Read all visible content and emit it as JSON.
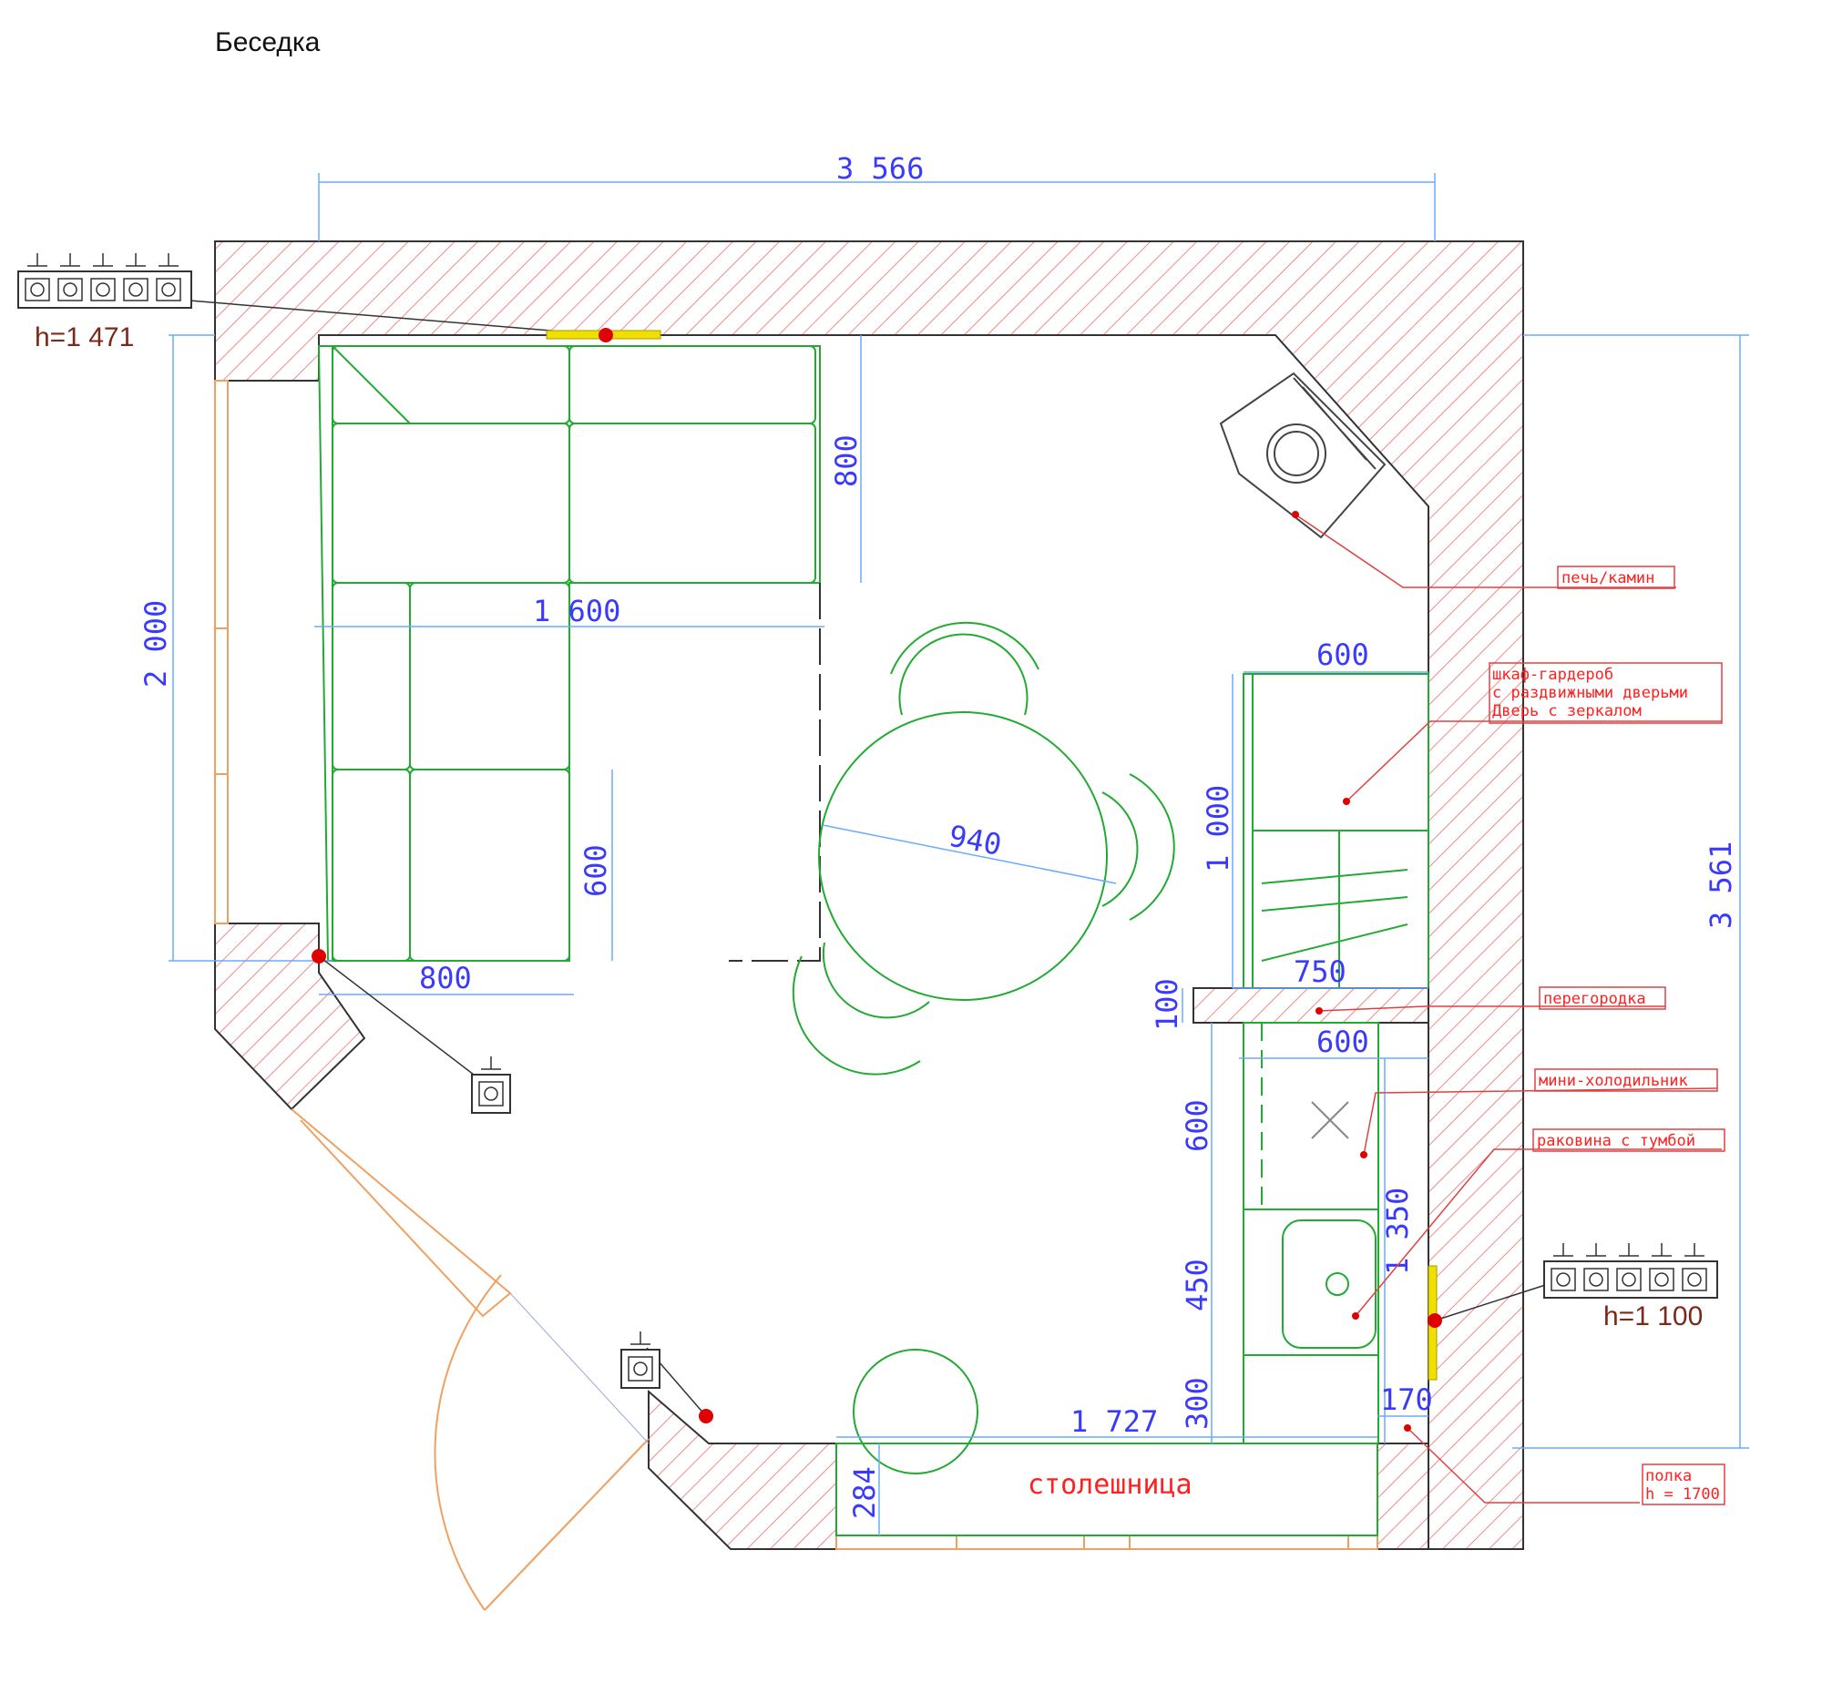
{
  "title": "Беседка",
  "dimensions": {
    "total_width": "3 566",
    "total_height": "3 561",
    "left_height": "2 000",
    "sofa_length": "1 600",
    "sofa_depth_top": "800",
    "sofa_depth_left": "800",
    "sofa_seat": "600",
    "table_diameter": "940",
    "wardrobe_width": "600",
    "wardrobe_height": "1 000",
    "wardrobe_inner": "750",
    "partition": "100",
    "fridge_width": "600",
    "fridge_depth": "600",
    "sink_depth": "450",
    "bottom_gap": "300",
    "counter_length": "1 727",
    "counter_depth": "284",
    "shelf_gap": "170",
    "right_run": "1 350"
  },
  "labels": {
    "stove": "печь/камин",
    "wardrobe_1": "шкаф-гардероб",
    "wardrobe_2": "с раздвижными дверьми",
    "wardrobe_3": "Дверь с зеркалом",
    "partition": "перегородка",
    "fridge": "мини-холодильник",
    "sink": "раковина с тумбой",
    "shelf_1": "полка",
    "shelf_2": "h = 1700",
    "countertop": "столешница"
  },
  "sockets": {
    "top_left_height": "h=1 471",
    "right_height": "h=1 100"
  },
  "colors": {
    "wall_hatch": "#f08a8a",
    "furniture": "#22aa33",
    "dimension": "#3a3aff",
    "label": "#ff2020",
    "window": "#f0a060",
    "socket_marker": "#e00000",
    "socket_plate": "#f0e000"
  }
}
